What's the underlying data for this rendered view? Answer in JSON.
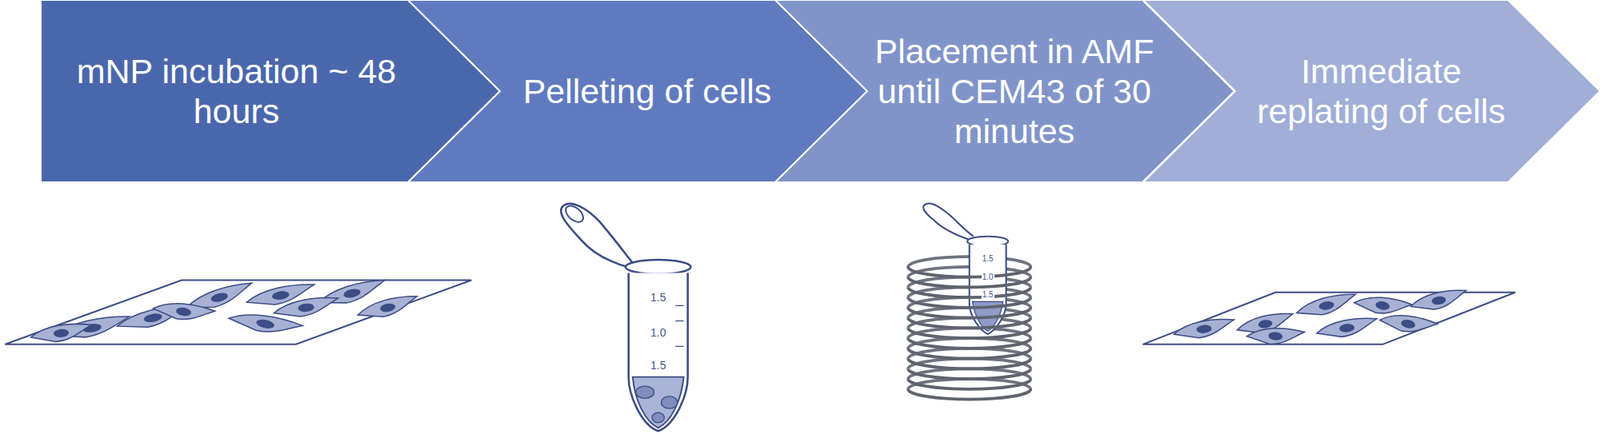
{
  "diagram": {
    "nodes": [
      {
        "text": [
          "mNP incubation ~ 48 hours"
        ]
      },
      {
        "text": [
          "Pelleting of cells"
        ]
      },
      {
        "text": [
          "Placement in AMF until CEM43 of 30 minutes"
        ]
      },
      {
        "text": [
          "Immediate replating of cells"
        ]
      }
    ],
    "labels": [
      "1.5",
      "1.0",
      "1.5",
      "1.5",
      "1.0",
      "1.5"
    ]
  }
}
